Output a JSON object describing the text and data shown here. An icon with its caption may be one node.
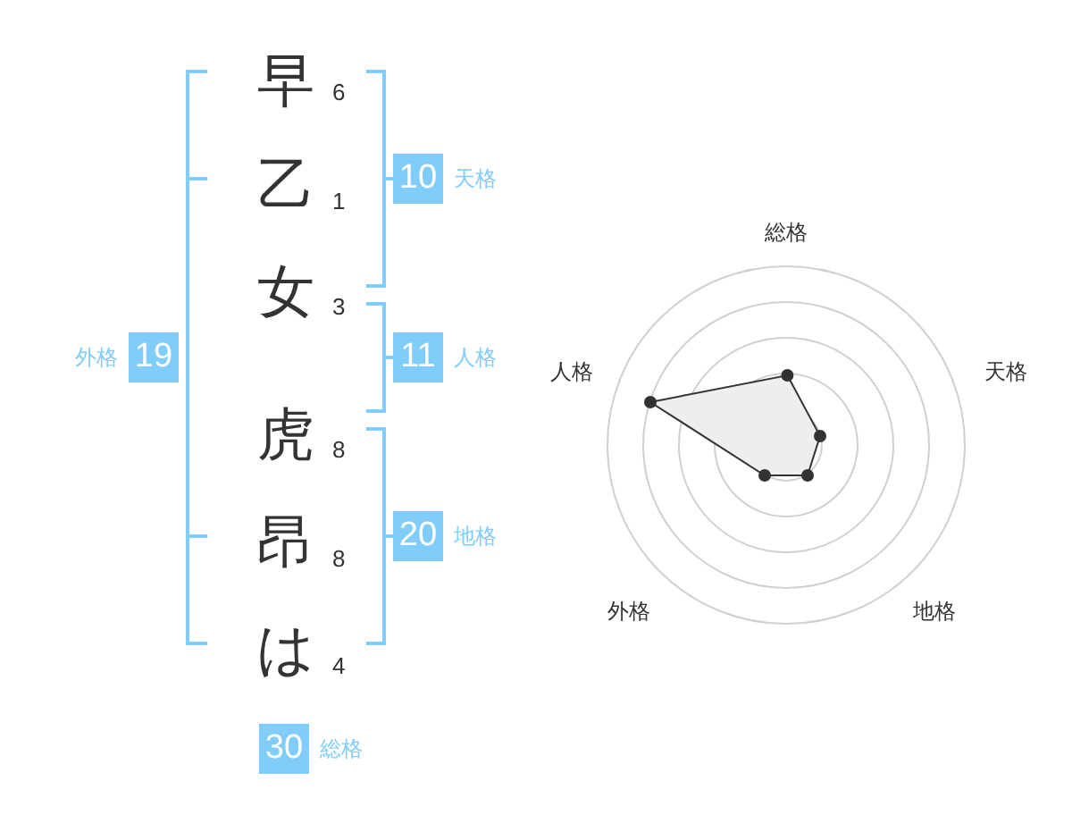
{
  "diagram": {
    "nodes": [
      {
        "text": [
          "10"
        ],
        "beside": [
          "天格"
        ]
      },
      {
        "text": [
          "19"
        ],
        "beside": [
          "外格"
        ]
      },
      {
        "text": [
          "11"
        ],
        "beside": [
          "人格"
        ]
      },
      {
        "text": [
          "20"
        ],
        "beside": [
          "地格"
        ]
      },
      {
        "text": [
          "30"
        ],
        "beside": [
          "総格"
        ]
      }
    ],
    "labels": [
      "早",
      "6",
      "乙",
      "1",
      "女",
      "3",
      "虎",
      "8",
      "昂",
      "8",
      "は",
      "4",
      "総格",
      "人格",
      "天格",
      "外格",
      "地格"
    ]
  }
}
